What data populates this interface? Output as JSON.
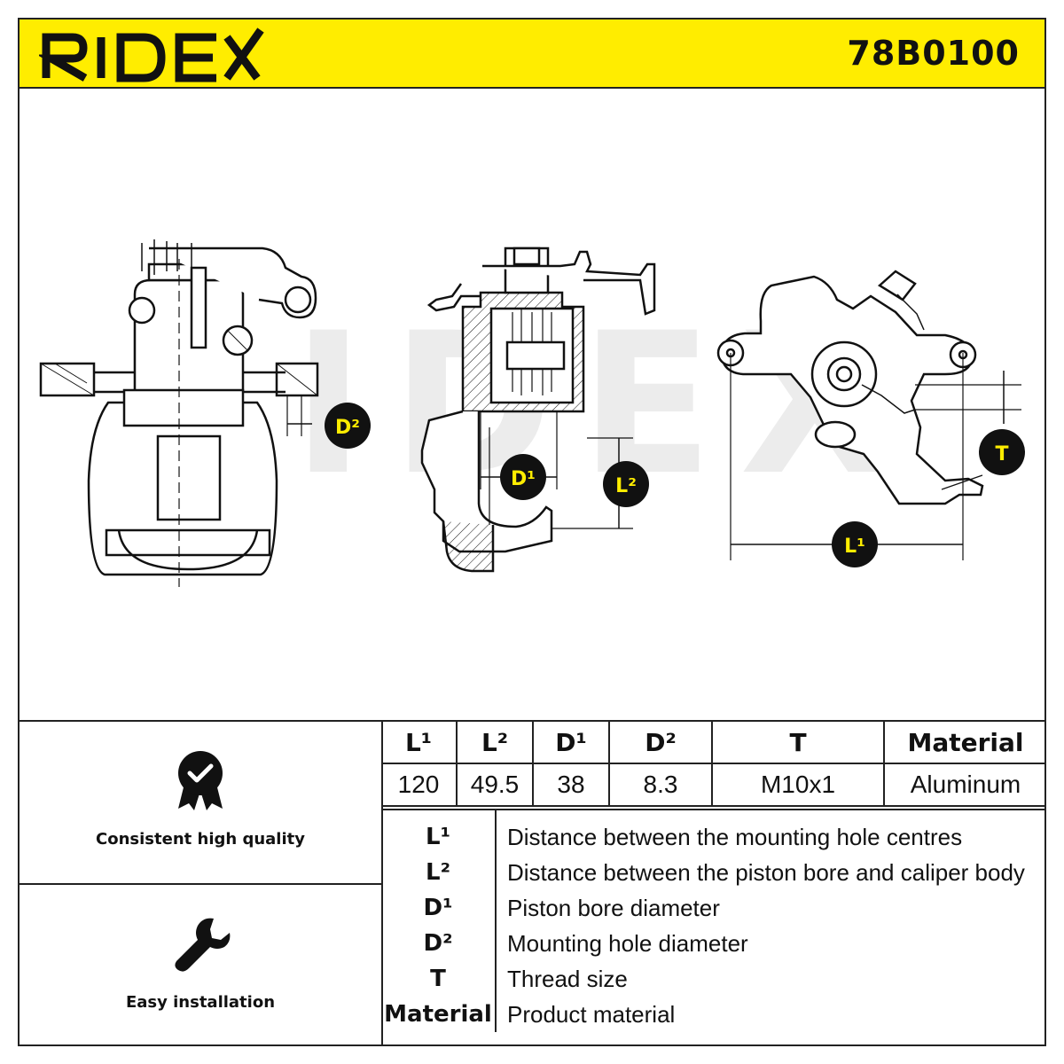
{
  "header": {
    "brand": "RIDEX",
    "part_number": "78B0100",
    "accent_color": "#ffed00"
  },
  "drawing": {
    "watermark": "RIDEX",
    "callouts": {
      "d2": "D²",
      "d1": "D¹",
      "l2": "L²",
      "l1": "L¹",
      "t": "T"
    }
  },
  "features": [
    {
      "icon": "quality-badge-icon",
      "label": "Consistent high quality"
    },
    {
      "icon": "wrench-icon",
      "label": "Easy installation"
    }
  ],
  "spec_table": {
    "headers": [
      "L¹",
      "L²",
      "D¹",
      "D²",
      "T",
      "Material"
    ],
    "values": [
      "120",
      "49.5",
      "38",
      "8.3",
      "M10x1",
      "Aluminum"
    ]
  },
  "legend": [
    {
      "key": "L¹",
      "desc": "Distance between the mounting hole centres"
    },
    {
      "key": "L²",
      "desc": "Distance between the piston bore and caliper body"
    },
    {
      "key": "D¹",
      "desc": "Piston bore diameter"
    },
    {
      "key": "D²",
      "desc": "Mounting hole diameter"
    },
    {
      "key": "T",
      "desc": "Thread size"
    },
    {
      "key": "Material",
      "desc": "Product material"
    }
  ]
}
